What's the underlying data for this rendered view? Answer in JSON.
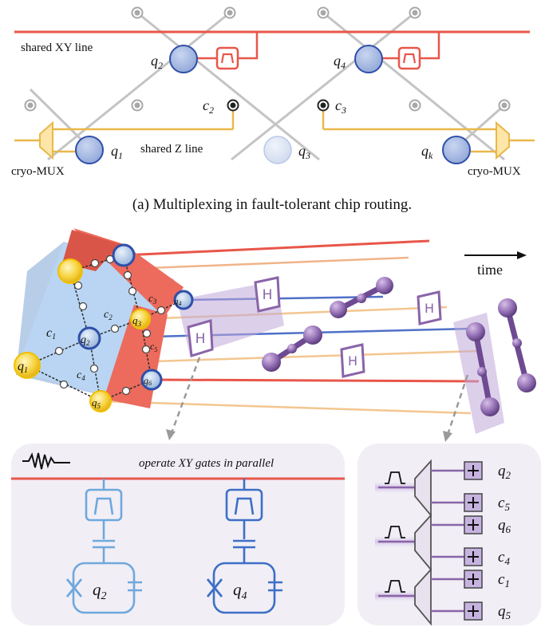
{
  "panel_a": {
    "shared_xy_line": "shared XY line",
    "shared_z_line": "shared Z line",
    "cryo_mux_left": "cryo-MUX",
    "cryo_mux_right": "cryo-MUX",
    "q2": "q",
    "q2_sub": "2",
    "q4": "q",
    "q4_sub": "4",
    "q1": "q",
    "q1_sub": "1",
    "q3": "q",
    "q3_sub": "3",
    "qk": "q",
    "qk_sub": "k",
    "c2": "c",
    "c2_sub": "2",
    "c3": "c",
    "c3_sub": "3",
    "caption": "(a) Multiplexing in fault-tolerant chip routing."
  },
  "panel_b": {
    "time_label": "time",
    "chip": {
      "q1": "q",
      "q1_sub": "1",
      "q2": "q",
      "q2_sub": "2",
      "q3": "q",
      "q3_sub": "3",
      "q4": "q",
      "q4_sub": "4",
      "q5": "q",
      "q5_sub": "5",
      "q6": "q",
      "q6_sub": "6",
      "c1": "c",
      "c1_sub": "1",
      "c2": "c",
      "c2_sub": "2",
      "c3": "c",
      "c3_sub": "3",
      "c4": "c",
      "c4_sub": "4",
      "c5": "c",
      "c5_sub": "5"
    },
    "gate_h": "H"
  },
  "inset_left": {
    "title": "operate XY gates in parallel",
    "left_q": "q",
    "left_q_sub": "2",
    "right_q": "q",
    "right_q_sub": "4"
  },
  "inset_right": {
    "rows": [
      {
        "top": "q",
        "top_sub": "2",
        "bottom": "c",
        "bottom_sub": "5"
      },
      {
        "top": "q",
        "top_sub": "6",
        "bottom": "c",
        "bottom_sub": "4"
      },
      {
        "top": "c",
        "top_sub": "1",
        "bottom": "q",
        "bottom_sub": "5"
      }
    ]
  },
  "colors": {
    "xy_red": "#e8564a",
    "z_gold": "#e9b84a",
    "qubit_blue": "#9fb3dd",
    "coupler_gray": "#8a8a8a",
    "chip_blue": "#b9d5f3",
    "chip_red": "#ec6b5c",
    "purple": "#8a64a8"
  }
}
